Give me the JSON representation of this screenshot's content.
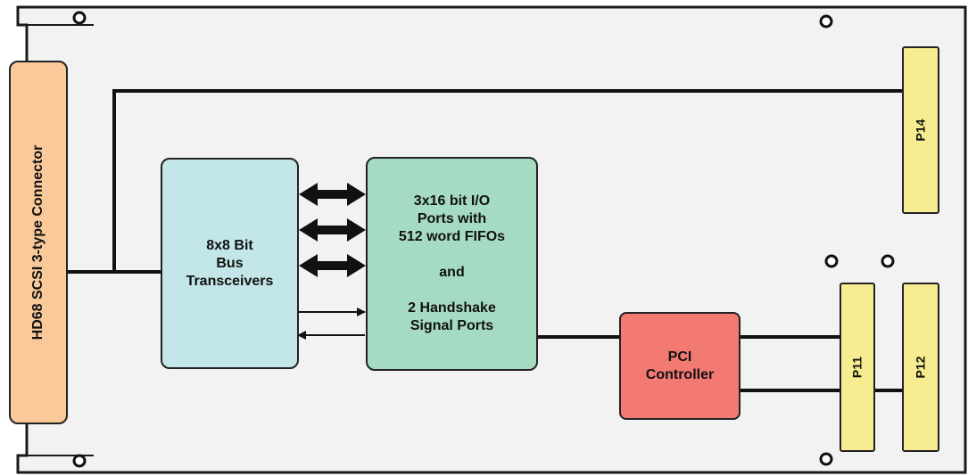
{
  "connector": {
    "label": "HD68 SCSI 3-type Connector",
    "color": "#f9c99a"
  },
  "blocks": {
    "transceivers": {
      "lines": [
        "8x8 Bit",
        "Bus",
        "Transceivers"
      ],
      "color": "#c3e6e8"
    },
    "io_ports": {
      "lines": [
        "3x16 bit I/O",
        "Ports with",
        "512 word FIFOs",
        "",
        "and",
        "",
        "2 Handshake",
        "Signal Ports"
      ],
      "color": "#a6dbc3"
    },
    "pci_controller": {
      "lines": [
        "PCI",
        "Controller"
      ],
      "color": "#f27a73"
    }
  },
  "headers": {
    "p14": {
      "label": "P14",
      "color": "#f7ec90"
    },
    "p11": {
      "label": "P11",
      "color": "#f7ec90"
    },
    "p12": {
      "label": "P12",
      "color": "#f7ec90"
    }
  },
  "board": {
    "color": "#f2f2f2",
    "outline": "#1a1a1a"
  }
}
